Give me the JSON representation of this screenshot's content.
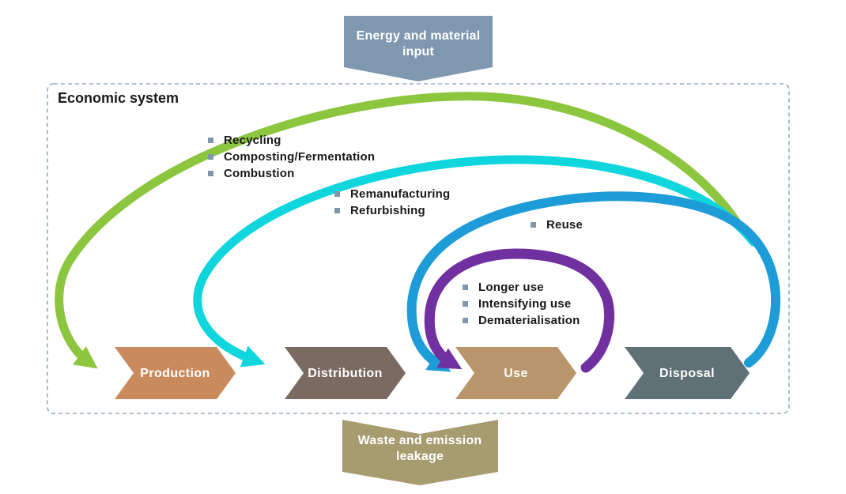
{
  "diagram": {
    "system_label": "Economic system",
    "input_banner": {
      "label": "Energy and material input",
      "color": "#7F98B0"
    },
    "leakage_banner": {
      "label": "Waste and emission leakage",
      "color": "#A79B70"
    },
    "stages": [
      {
        "label": "Production",
        "color": "#C98A5E"
      },
      {
        "label": "Distribution",
        "color": "#7A6A61"
      },
      {
        "label": "Use",
        "color": "#B8956A"
      },
      {
        "label": "Disposal",
        "color": "#5F7076"
      }
    ],
    "loops": [
      {
        "name": "recycling-loop",
        "color": "#8CC63E",
        "target": "Production",
        "items": [
          "Recycling",
          "Composting/Fermentation",
          "Combustion"
        ]
      },
      {
        "name": "remanufacturing-loop",
        "color": "#0FD6DC",
        "target": "Distribution",
        "items": [
          "Remanufacturing",
          "Refurbishing"
        ]
      },
      {
        "name": "reuse-loop",
        "color": "#1E9CD8",
        "target": "Use",
        "items": [
          "Reuse"
        ]
      },
      {
        "name": "use-extension-loop",
        "color": "#7030A0",
        "target": "Use",
        "items": [
          "Longer use",
          "Intensifying use",
          "Dematerialisation"
        ]
      }
    ],
    "bullet_color": "#7F96AB",
    "box_border_color": "#96A9BC"
  }
}
